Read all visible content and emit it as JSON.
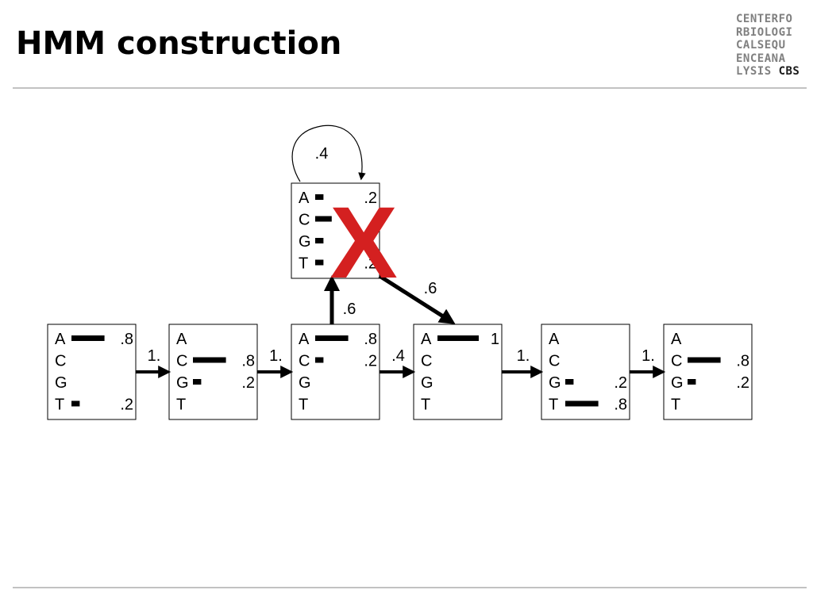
{
  "title": "HMM construction",
  "logo": {
    "lines": [
      "CENTERFO",
      "RBIOLOGI",
      "CALSEQU",
      "ENCEANA"
    ],
    "last_prefix": "LYSIS ",
    "last_bold": "CBS"
  },
  "colors": {
    "cross": "#d42020",
    "rule": "#c2c2c2",
    "ink": "#000000"
  },
  "insert_state": {
    "self_loop_prob": ".4",
    "emissions": [
      {
        "letter": "A",
        "prob": ".2",
        "value": 0.2
      },
      {
        "letter": "C",
        "prob": "",
        "value": 0.4
      },
      {
        "letter": "G",
        "prob": "",
        "value": 0.2
      },
      {
        "letter": "T",
        "prob": ".2",
        "value": 0.2
      }
    ],
    "in_prob": ".6",
    "out_prob": ".6",
    "cross_label": "X"
  },
  "states": [
    {
      "emissions": [
        {
          "letter": "A",
          "prob": ".8",
          "value": 0.8
        },
        {
          "letter": "C",
          "prob": "",
          "value": 0
        },
        {
          "letter": "G",
          "prob": "",
          "value": 0
        },
        {
          "letter": "T",
          "prob": ".2",
          "value": 0.2
        }
      ]
    },
    {
      "emissions": [
        {
          "letter": "A",
          "prob": "",
          "value": 0
        },
        {
          "letter": "C",
          "prob": ".8",
          "value": 0.8
        },
        {
          "letter": "G",
          "prob": ".2",
          "value": 0.2
        },
        {
          "letter": "T",
          "prob": "",
          "value": 0
        }
      ]
    },
    {
      "emissions": [
        {
          "letter": "A",
          "prob": ".8",
          "value": 0.8
        },
        {
          "letter": "C",
          "prob": ".2",
          "value": 0.2
        },
        {
          "letter": "G",
          "prob": "",
          "value": 0
        },
        {
          "letter": "T",
          "prob": "",
          "value": 0
        }
      ]
    },
    {
      "emissions": [
        {
          "letter": "A",
          "prob": "1",
          "value": 1.0
        },
        {
          "letter": "C",
          "prob": "",
          "value": 0
        },
        {
          "letter": "G",
          "prob": "",
          "value": 0
        },
        {
          "letter": "T",
          "prob": "",
          "value": 0
        }
      ]
    },
    {
      "emissions": [
        {
          "letter": "A",
          "prob": "",
          "value": 0
        },
        {
          "letter": "C",
          "prob": "",
          "value": 0
        },
        {
          "letter": "G",
          "prob": ".2",
          "value": 0.2
        },
        {
          "letter": "T",
          "prob": ".8",
          "value": 0.8
        }
      ]
    },
    {
      "emissions": [
        {
          "letter": "A",
          "prob": "",
          "value": 0
        },
        {
          "letter": "C",
          "prob": ".8",
          "value": 0.8
        },
        {
          "letter": "G",
          "prob": ".2",
          "value": 0.2
        },
        {
          "letter": "T",
          "prob": "",
          "value": 0
        }
      ]
    }
  ],
  "transitions": [
    "1.",
    "1.",
    ".4",
    "1.",
    "1."
  ]
}
